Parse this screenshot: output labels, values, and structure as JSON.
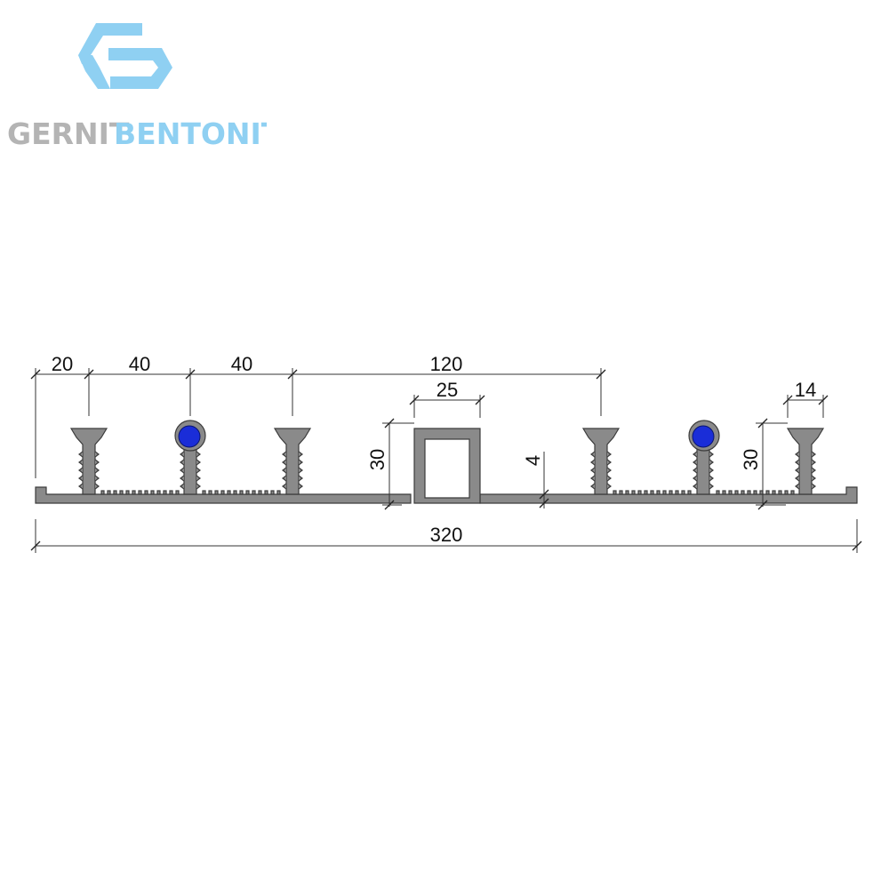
{
  "brand": {
    "word1": "GERNIT",
    "word2": "BENTONIT",
    "color_word1": "#b4b4b4",
    "color_word2": "#8fd0f2",
    "color_mark": "#8fd0f2"
  },
  "profile": {
    "body_color": "#8a8a8a",
    "outline_color": "#3c3c3c",
    "insert_color": "#1a2dd8"
  },
  "dimensions": {
    "d20": "20",
    "d40a": "40",
    "d40b": "40",
    "d120": "120",
    "d25": "25",
    "d14": "14",
    "d30_center": "30",
    "d4": "4",
    "d30_right": "30",
    "d320": "320"
  }
}
